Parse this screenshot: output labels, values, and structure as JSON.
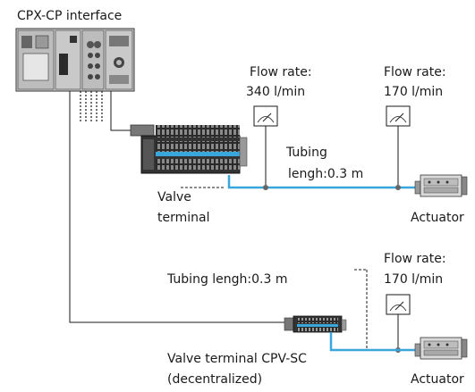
{
  "labels": {
    "cpx_interface": "CPX-CP interface",
    "flow_rate_1_title": "Flow rate:",
    "flow_rate_1_value": "340 l/min",
    "flow_rate_2_title": "Flow rate:",
    "flow_rate_2_value": "170 l/min",
    "tubing_1_line1": "Tubing",
    "tubing_1_line2": "lengh:0.3 m",
    "valve_terminal_line1": "Valve",
    "valve_terminal_line2": "terminal",
    "actuator_1": "Actuator",
    "flow_rate_3_title": "Flow rate:",
    "flow_rate_3_value": "170 l/min",
    "tubing_2": "Tubing lengh:0.3 m",
    "cpv_line1": "Valve terminal CPV-SC",
    "cpv_line2": "(decentralized)",
    "actuator_2": "Actuator"
  },
  "colors": {
    "tubing": "#3aa7dc",
    "cable": "#1a1a1a",
    "device_dark": "#2a2a2a",
    "device_light": "#cfcfcf"
  }
}
